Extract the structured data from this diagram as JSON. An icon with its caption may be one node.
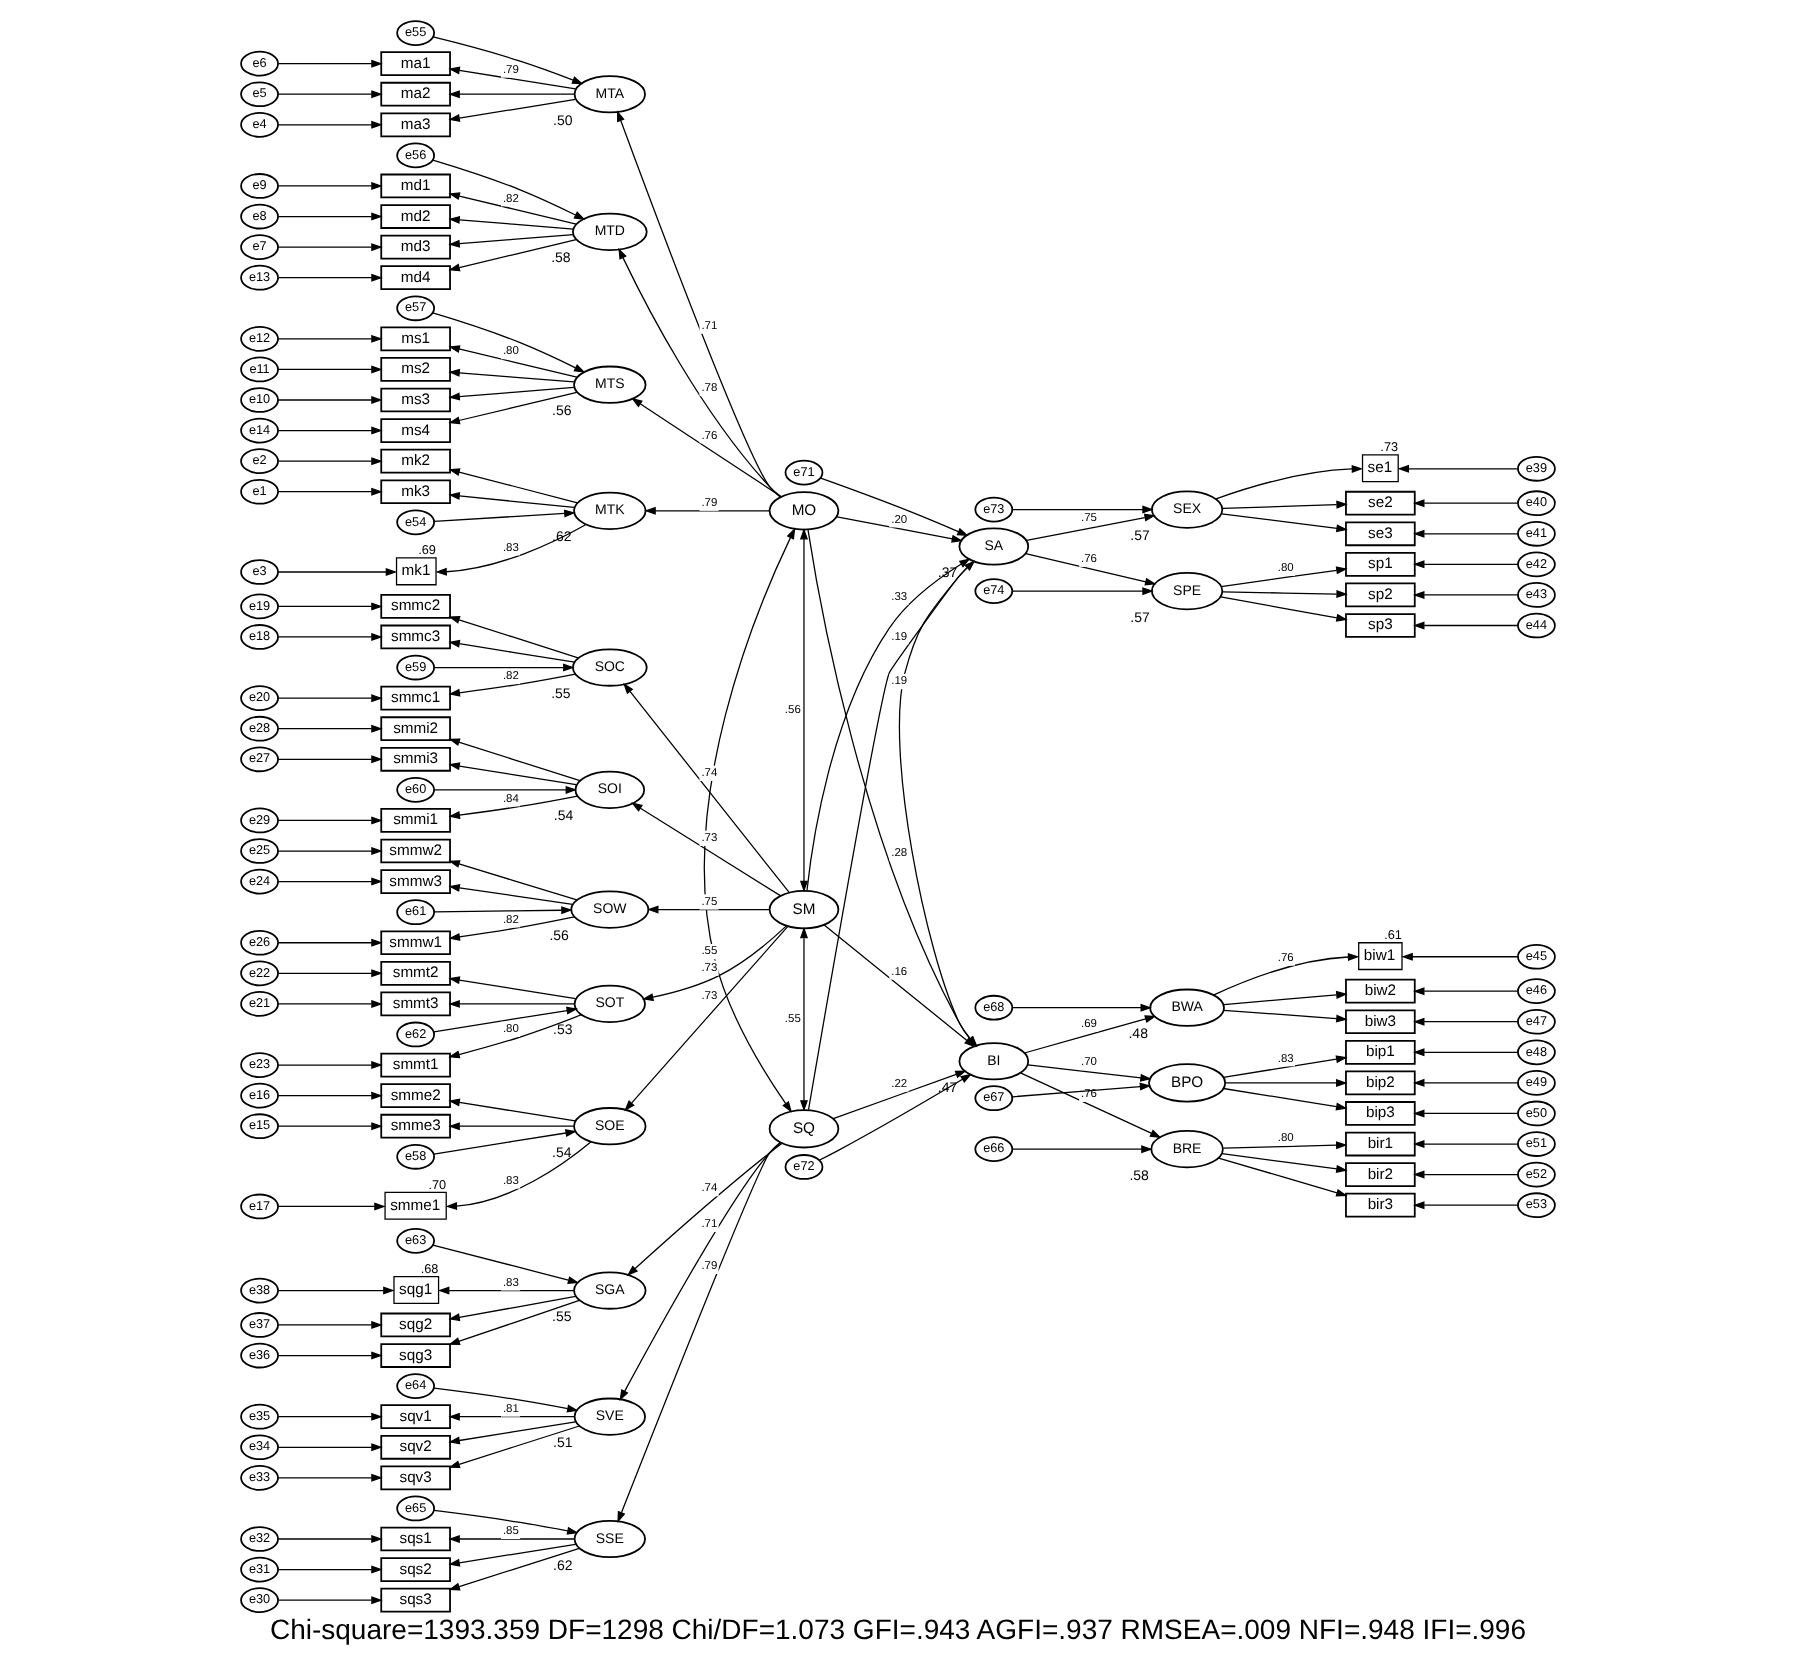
{
  "diagram": {
    "caption": "Chi-square=1393.359 DF=1298 Chi/DF=1.073 GFI=.943 AGFI=.937 RMSEA=.009 NFI=.948 IFI=.996",
    "nodes": [
      {
        "text": [
          "MO"
        ]
      },
      {
        "text": [
          "MTK"
        ],
        "beside": [
          ".62"
        ]
      },
      {
        "text": [
          "e54"
        ]
      },
      {
        "text": [
          "mk1"
        ],
        "beside": [
          ".69"
        ]
      },
      {
        "text": [
          "e3"
        ]
      },
      {
        "text": [
          "mk2"
        ]
      },
      {
        "text": [
          "e2"
        ]
      },
      {
        "text": [
          "mk3"
        ]
      },
      {
        "text": [
          "e1"
        ]
      },
      {
        "text": [
          "MTA"
        ],
        "beside": [
          ".50"
        ]
      },
      {
        "text": [
          "e55"
        ]
      },
      {
        "text": [
          "ma1"
        ]
      },
      {
        "text": [
          "e6"
        ]
      },
      {
        "text": [
          "ma2"
        ]
      },
      {
        "text": [
          "e5"
        ]
      },
      {
        "text": [
          "ma3"
        ]
      },
      {
        "text": [
          "e4"
        ]
      },
      {
        "text": [
          "MTD"
        ],
        "beside": [
          ".58"
        ]
      },
      {
        "text": [
          "e56"
        ]
      },
      {
        "text": [
          "md1"
        ]
      },
      {
        "text": [
          "e9"
        ]
      },
      {
        "text": [
          "md2"
        ]
      },
      {
        "text": [
          "e8"
        ]
      },
      {
        "text": [
          "md3"
        ]
      },
      {
        "text": [
          "e7"
        ]
      },
      {
        "text": [
          "md4"
        ]
      },
      {
        "text": [
          "e13"
        ]
      },
      {
        "text": [
          "MTS"
        ],
        "beside": [
          ".56"
        ]
      },
      {
        "text": [
          "e57"
        ]
      },
      {
        "text": [
          "ms1"
        ]
      },
      {
        "text": [
          "e12"
        ]
      },
      {
        "text": [
          "ms2"
        ]
      },
      {
        "text": [
          "e11"
        ]
      },
      {
        "text": [
          "ms3"
        ]
      },
      {
        "text": [
          "e10"
        ]
      },
      {
        "text": [
          "ms4"
        ]
      },
      {
        "text": [
          "e14"
        ]
      },
      {
        "text": [
          "SM"
        ]
      },
      {
        "text": [
          "SOE"
        ],
        "beside": [
          ".54"
        ]
      },
      {
        "text": [
          "e58"
        ]
      },
      {
        "text": [
          "smme1"
        ],
        "beside": [
          ".70"
        ]
      },
      {
        "text": [
          "e17"
        ]
      },
      {
        "text": [
          "smme2"
        ]
      },
      {
        "text": [
          "e16"
        ]
      },
      {
        "text": [
          "smme3"
        ]
      },
      {
        "text": [
          "e15"
        ]
      },
      {
        "text": [
          "SOC"
        ],
        "beside": [
          ".55"
        ]
      },
      {
        "text": [
          "e59"
        ]
      },
      {
        "text": [
          "smmc1"
        ]
      },
      {
        "text": [
          "e20"
        ]
      },
      {
        "text": [
          "smmc2"
        ]
      },
      {
        "text": [
          "e19"
        ]
      },
      {
        "text": [
          "smmc3"
        ]
      },
      {
        "text": [
          "e18"
        ]
      },
      {
        "text": [
          "SOI"
        ],
        "beside": [
          ".54"
        ]
      },
      {
        "text": [
          "e60"
        ]
      },
      {
        "text": [
          "smmi1"
        ]
      },
      {
        "text": [
          "e29"
        ]
      },
      {
        "text": [
          "smmi2"
        ]
      },
      {
        "text": [
          "e28"
        ]
      },
      {
        "text": [
          "smmi3"
        ]
      },
      {
        "text": [
          "e27"
        ]
      },
      {
        "text": [
          "SOW"
        ],
        "beside": [
          ".56"
        ]
      },
      {
        "text": [
          "e61"
        ]
      },
      {
        "text": [
          "smmw1"
        ]
      },
      {
        "text": [
          "e26"
        ]
      },
      {
        "text": [
          "smmw2"
        ]
      },
      {
        "text": [
          "e25"
        ]
      },
      {
        "text": [
          "smmw3"
        ]
      },
      {
        "text": [
          "e24"
        ]
      },
      {
        "text": [
          "SOT"
        ],
        "beside": [
          ".53"
        ]
      },
      {
        "text": [
          "e62"
        ]
      },
      {
        "text": [
          "smmt1"
        ]
      },
      {
        "text": [
          "e23"
        ]
      },
      {
        "text": [
          "smmt2"
        ]
      },
      {
        "text": [
          "e22"
        ]
      },
      {
        "text": [
          "smmt3"
        ]
      },
      {
        "text": [
          "e21"
        ]
      },
      {
        "text": [
          "SQ"
        ]
      },
      {
        "text": [
          "SGA"
        ],
        "beside": [
          ".55"
        ]
      },
      {
        "text": [
          "e63"
        ]
      },
      {
        "text": [
          "sqg1"
        ],
        "beside": [
          ".68"
        ]
      },
      {
        "text": [
          "e38"
        ]
      },
      {
        "text": [
          "sqg2"
        ]
      },
      {
        "text": [
          "e37"
        ]
      },
      {
        "text": [
          "sqg3"
        ]
      },
      {
        "text": [
          "e36"
        ]
      },
      {
        "text": [
          "SVE"
        ],
        "beside": [
          ".51"
        ]
      },
      {
        "text": [
          "e64"
        ]
      },
      {
        "text": [
          "sqv1"
        ]
      },
      {
        "text": [
          "e35"
        ]
      },
      {
        "text": [
          "sqv2"
        ]
      },
      {
        "text": [
          "e34"
        ]
      },
      {
        "text": [
          "sqv3"
        ]
      },
      {
        "text": [
          "e33"
        ]
      },
      {
        "text": [
          "SSE"
        ],
        "beside": [
          ".62"
        ]
      },
      {
        "text": [
          "e65"
        ]
      },
      {
        "text": [
          "sqs1"
        ]
      },
      {
        "text": [
          "e32"
        ]
      },
      {
        "text": [
          "sqs2"
        ]
      },
      {
        "text": [
          "e31"
        ]
      },
      {
        "text": [
          "sqs3"
        ]
      },
      {
        "text": [
          "e30"
        ]
      },
      {
        "text": [
          "SA"
        ],
        "beside": [
          ".37"
        ]
      },
      {
        "text": [
          "e71"
        ]
      },
      {
        "text": [
          "SEX"
        ],
        "beside": [
          ".57"
        ]
      },
      {
        "text": [
          "e73"
        ]
      },
      {
        "text": [
          "se1"
        ],
        "beside": [
          ".73"
        ]
      },
      {
        "text": [
          "e39"
        ]
      },
      {
        "text": [
          "se2"
        ]
      },
      {
        "text": [
          "e40"
        ]
      },
      {
        "text": [
          "se3"
        ]
      },
      {
        "text": [
          "e41"
        ]
      },
      {
        "text": [
          "SPE"
        ],
        "beside": [
          ".57"
        ]
      },
      {
        "text": [
          "e74"
        ]
      },
      {
        "text": [
          "sp1"
        ]
      },
      {
        "text": [
          "e42"
        ]
      },
      {
        "text": [
          "sp2"
        ]
      },
      {
        "text": [
          "e43"
        ]
      },
      {
        "text": [
          "sp3"
        ]
      },
      {
        "text": [
          "e44"
        ]
      },
      {
        "text": [
          "BI"
        ],
        "beside": [
          ".47"
        ]
      },
      {
        "text": [
          "e72"
        ]
      },
      {
        "text": [
          "BWA"
        ],
        "beside": [
          ".48"
        ]
      },
      {
        "text": [
          "e68"
        ]
      },
      {
        "text": [
          "biw1"
        ],
        "beside": [
          ".61"
        ]
      },
      {
        "text": [
          "e45"
        ]
      },
      {
        "text": [
          "biw2"
        ]
      },
      {
        "text": [
          "e46"
        ]
      },
      {
        "text": [
          "biw3"
        ]
      },
      {
        "text": [
          "e47"
        ]
      },
      {
        "text": [
          "BPO"
        ]
      },
      {
        "text": [
          "e67"
        ]
      },
      {
        "text": [
          "bip1"
        ]
      },
      {
        "text": [
          "e48"
        ]
      },
      {
        "text": [
          "bip2"
        ]
      },
      {
        "text": [
          "e49"
        ]
      },
      {
        "text": [
          "bip3"
        ]
      },
      {
        "text": [
          "e50"
        ]
      },
      {
        "text": [
          "BRE"
        ],
        "beside": [
          ".58"
        ]
      },
      {
        "text": [
          "e66"
        ]
      },
      {
        "text": [
          "bir1"
        ]
      },
      {
        "text": [
          "e51"
        ]
      },
      {
        "text": [
          "bir2"
        ]
      },
      {
        "text": [
          "e52"
        ]
      },
      {
        "text": [
          "bir3"
        ]
      },
      {
        "text": [
          "e53"
        ]
      }
    ],
    "edges": [
      {
        "from": 2,
        "to": 1,
        "arrow": "to"
      },
      {
        "from": 4,
        "to": 3,
        "arrow": "to"
      },
      {
        "from": 1,
        "to": 3,
        "arrow": "to",
        "label": ".83"
      },
      {
        "from": 6,
        "to": 5,
        "arrow": "to"
      },
      {
        "from": 1,
        "to": 5,
        "arrow": "to"
      },
      {
        "from": 8,
        "to": 7,
        "arrow": "to"
      },
      {
        "from": 1,
        "to": 7,
        "arrow": "to"
      },
      {
        "from": 10,
        "to": 9,
        "arrow": "to"
      },
      {
        "from": 12,
        "to": 11,
        "arrow": "to"
      },
      {
        "from": 9,
        "to": 11,
        "arrow": "to",
        "label": ".79"
      },
      {
        "from": 14,
        "to": 13,
        "arrow": "to"
      },
      {
        "from": 9,
        "to": 13,
        "arrow": "to"
      },
      {
        "from": 16,
        "to": 15,
        "arrow": "to"
      },
      {
        "from": 9,
        "to": 15,
        "arrow": "to"
      },
      {
        "from": 18,
        "to": 17,
        "arrow": "to"
      },
      {
        "from": 20,
        "to": 19,
        "arrow": "to"
      },
      {
        "from": 17,
        "to": 19,
        "arrow": "to",
        "label": ".82"
      },
      {
        "from": 22,
        "to": 21,
        "arrow": "to"
      },
      {
        "from": 17,
        "to": 21,
        "arrow": "to"
      },
      {
        "from": 24,
        "to": 23,
        "arrow": "to"
      },
      {
        "from": 17,
        "to": 23,
        "arrow": "to"
      },
      {
        "from": 26,
        "to": 25,
        "arrow": "to"
      },
      {
        "from": 17,
        "to": 25,
        "arrow": "to"
      },
      {
        "from": 28,
        "to": 27,
        "arrow": "to"
      },
      {
        "from": 30,
        "to": 29,
        "arrow": "to"
      },
      {
        "from": 27,
        "to": 29,
        "arrow": "to",
        "label": ".80"
      },
      {
        "from": 32,
        "to": 31,
        "arrow": "to"
      },
      {
        "from": 27,
        "to": 31,
        "arrow": "to"
      },
      {
        "from": 34,
        "to": 33,
        "arrow": "to"
      },
      {
        "from": 27,
        "to": 33,
        "arrow": "to"
      },
      {
        "from": 36,
        "to": 35,
        "arrow": "to"
      },
      {
        "from": 27,
        "to": 35,
        "arrow": "to"
      },
      {
        "from": 39,
        "to": 38,
        "arrow": "to"
      },
      {
        "from": 41,
        "to": 40,
        "arrow": "to"
      },
      {
        "from": 38,
        "to": 40,
        "arrow": "to",
        "label": ".83"
      },
      {
        "from": 43,
        "to": 42,
        "arrow": "to"
      },
      {
        "from": 38,
        "to": 42,
        "arrow": "to"
      },
      {
        "from": 45,
        "to": 44,
        "arrow": "to"
      },
      {
        "from": 38,
        "to": 44,
        "arrow": "to"
      },
      {
        "from": 47,
        "to": 46,
        "arrow": "to"
      },
      {
        "from": 49,
        "to": 48,
        "arrow": "to"
      },
      {
        "from": 46,
        "to": 48,
        "arrow": "to",
        "label": ".82"
      },
      {
        "from": 51,
        "to": 50,
        "arrow": "to"
      },
      {
        "from": 46,
        "to": 50,
        "arrow": "to"
      },
      {
        "from": 53,
        "to": 52,
        "arrow": "to"
      },
      {
        "from": 46,
        "to": 52,
        "arrow": "to"
      },
      {
        "from": 55,
        "to": 54,
        "arrow": "to"
      },
      {
        "from": 57,
        "to": 56,
        "arrow": "to"
      },
      {
        "from": 54,
        "to": 56,
        "arrow": "to",
        "label": ".84"
      },
      {
        "from": 59,
        "to": 58,
        "arrow": "to"
      },
      {
        "from": 54,
        "to": 58,
        "arrow": "to"
      },
      {
        "from": 61,
        "to": 60,
        "arrow": "to"
      },
      {
        "from": 54,
        "to": 60,
        "arrow": "to"
      },
      {
        "from": 63,
        "to": 62,
        "arrow": "to"
      },
      {
        "from": 65,
        "to": 64,
        "arrow": "to"
      },
      {
        "from": 62,
        "to": 64,
        "arrow": "to",
        "label": ".82"
      },
      {
        "from": 67,
        "to": 66,
        "arrow": "to"
      },
      {
        "from": 62,
        "to": 66,
        "arrow": "to"
      },
      {
        "from": 69,
        "to": 68,
        "arrow": "to"
      },
      {
        "from": 62,
        "to": 68,
        "arrow": "to"
      },
      {
        "from": 71,
        "to": 70,
        "arrow": "to"
      },
      {
        "from": 73,
        "to": 72,
        "arrow": "to"
      },
      {
        "from": 70,
        "to": 72,
        "arrow": "to",
        "label": ".80"
      },
      {
        "from": 75,
        "to": 74,
        "arrow": "to"
      },
      {
        "from": 70,
        "to": 74,
        "arrow": "to"
      },
      {
        "from": 77,
        "to": 76,
        "arrow": "to"
      },
      {
        "from": 70,
        "to": 76,
        "arrow": "to"
      },
      {
        "from": 80,
        "to": 79,
        "arrow": "to"
      },
      {
        "from": 82,
        "to": 81,
        "arrow": "to"
      },
      {
        "from": 79,
        "to": 81,
        "arrow": "to",
        "label": ".83"
      },
      {
        "from": 84,
        "to": 83,
        "arrow": "to"
      },
      {
        "from": 79,
        "to": 83,
        "arrow": "to"
      },
      {
        "from": 86,
        "to": 85,
        "arrow": "to"
      },
      {
        "from": 79,
        "to": 85,
        "arrow": "to"
      },
      {
        "from": 88,
        "to": 87,
        "arrow": "to"
      },
      {
        "from": 90,
        "to": 89,
        "arrow": "to"
      },
      {
        "from": 87,
        "to": 89,
        "arrow": "to",
        "label": ".81"
      },
      {
        "from": 92,
        "to": 91,
        "arrow": "to"
      },
      {
        "from": 87,
        "to": 91,
        "arrow": "to"
      },
      {
        "from": 94,
        "to": 93,
        "arrow": "to"
      },
      {
        "from": 87,
        "to": 93,
        "arrow": "to"
      },
      {
        "from": 96,
        "to": 95,
        "arrow": "to"
      },
      {
        "from": 98,
        "to": 97,
        "arrow": "to"
      },
      {
        "from": 95,
        "to": 97,
        "arrow": "to",
        "label": ".85"
      },
      {
        "from": 100,
        "to": 99,
        "arrow": "to"
      },
      {
        "from": 95,
        "to": 99,
        "arrow": "to"
      },
      {
        "from": 102,
        "to": 101,
        "arrow": "to"
      },
      {
        "from": 95,
        "to": 101,
        "arrow": "to"
      },
      {
        "from": 106,
        "to": 105,
        "arrow": "to"
      },
      {
        "from": 108,
        "to": 107,
        "arrow": "to"
      },
      {
        "from": 105,
        "to": 107,
        "arrow": "to"
      },
      {
        "from": 110,
        "to": 109,
        "arrow": "to"
      },
      {
        "from": 105,
        "to": 109,
        "arrow": "to"
      },
      {
        "from": 112,
        "to": 111,
        "arrow": "to"
      },
      {
        "from": 105,
        "to": 111,
        "arrow": "to"
      },
      {
        "from": 114,
        "to": 113,
        "arrow": "to"
      },
      {
        "from": 116,
        "to": 115,
        "arrow": "to"
      },
      {
        "from": 113,
        "to": 115,
        "arrow": "to",
        "label": ".80"
      },
      {
        "from": 118,
        "to": 117,
        "arrow": "to"
      },
      {
        "from": 113,
        "to": 117,
        "arrow": "to"
      },
      {
        "from": 120,
        "to": 119,
        "arrow": "to"
      },
      {
        "from": 113,
        "to": 119,
        "arrow": "to"
      },
      {
        "from": 124,
        "to": 123,
        "arrow": "to"
      },
      {
        "from": 126,
        "to": 125,
        "arrow": "to"
      },
      {
        "from": 123,
        "to": 125,
        "arrow": "to",
        "label": ".76"
      },
      {
        "from": 128,
        "to": 127,
        "arrow": "to"
      },
      {
        "from": 123,
        "to": 127,
        "arrow": "to"
      },
      {
        "from": 130,
        "to": 129,
        "arrow": "to"
      },
      {
        "from": 123,
        "to": 129,
        "arrow": "to"
      },
      {
        "from": 132,
        "to": 131,
        "arrow": "to"
      },
      {
        "from": 134,
        "to": 133,
        "arrow": "to"
      },
      {
        "from": 131,
        "to": 133,
        "arrow": "to",
        "label": ".83"
      },
      {
        "from": 136,
        "to": 135,
        "arrow": "to"
      },
      {
        "from": 131,
        "to": 135,
        "arrow": "to"
      },
      {
        "from": 138,
        "to": 137,
        "arrow": "to"
      },
      {
        "from": 131,
        "to": 137,
        "arrow": "to"
      },
      {
        "from": 140,
        "to": 139,
        "arrow": "to"
      },
      {
        "from": 142,
        "to": 141,
        "arrow": "to"
      },
      {
        "from": 139,
        "to": 141,
        "arrow": "to",
        "label": ".80"
      },
      {
        "from": 144,
        "to": 143,
        "arrow": "to"
      },
      {
        "from": 139,
        "to": 143,
        "arrow": "to"
      },
      {
        "from": 146,
        "to": 145,
        "arrow": "to"
      },
      {
        "from": 139,
        "to": 145,
        "arrow": "to"
      },
      {
        "from": 0,
        "to": 1,
        "arrow": "to",
        "label": ".79"
      },
      {
        "from": 0,
        "to": 9,
        "arrow": "to",
        "label": ".71"
      },
      {
        "from": 0,
        "to": 17,
        "arrow": "to",
        "label": ".78"
      },
      {
        "from": 0,
        "to": 27,
        "arrow": "to",
        "label": ".76"
      },
      {
        "from": 37,
        "to": 38,
        "arrow": "to",
        "label": ".73"
      },
      {
        "from": 37,
        "to": 46,
        "arrow": "to",
        "label": ".74"
      },
      {
        "from": 37,
        "to": 54,
        "arrow": "to",
        "label": ".73"
      },
      {
        "from": 37,
        "to": 62,
        "arrow": "to",
        "label": ".75"
      },
      {
        "from": 37,
        "to": 70,
        "arrow": "to",
        "label": ".73"
      },
      {
        "from": 78,
        "to": 79,
        "arrow": "to",
        "label": ".74"
      },
      {
        "from": 78,
        "to": 87,
        "arrow": "to",
        "label": ".71"
      },
      {
        "from": 78,
        "to": 95,
        "arrow": "to",
        "label": ".79"
      },
      {
        "from": 0,
        "to": 37,
        "arrow": "both",
        "label": ".56"
      },
      {
        "from": 0,
        "to": 78,
        "arrow": "both",
        "label": ".55"
      },
      {
        "from": 37,
        "to": 78,
        "arrow": "both",
        "label": ".55"
      },
      {
        "from": 0,
        "to": 103,
        "arrow": "to",
        "label": ".20"
      },
      {
        "from": 0,
        "to": 121,
        "arrow": "to",
        "label": ".28"
      },
      {
        "from": 37,
        "to": 103,
        "arrow": "to",
        "label": ".33"
      },
      {
        "from": 37,
        "to": 121,
        "arrow": "to",
        "label": ".16"
      },
      {
        "from": 78,
        "to": 103,
        "arrow": "to",
        "label": ".19"
      },
      {
        "from": 78,
        "to": 121,
        "arrow": "to",
        "label": ".22"
      },
      {
        "from": 104,
        "to": 103,
        "arrow": "to"
      },
      {
        "from": 103,
        "to": 121,
        "arrow": "to",
        "label": ".19"
      },
      {
        "from": 122,
        "to": 121,
        "arrow": "to"
      },
      {
        "from": 103,
        "to": 105,
        "arrow": "to",
        "label": ".75"
      },
      {
        "from": 103,
        "to": 113,
        "arrow": "to",
        "label": ".76"
      },
      {
        "from": 121,
        "to": 123,
        "arrow": "to",
        "label": ".69"
      },
      {
        "from": 121,
        "to": 131,
        "arrow": "to",
        "label": ".70"
      },
      {
        "from": 121,
        "to": 139,
        "arrow": "to",
        "label": ".76"
      }
    ]
  }
}
